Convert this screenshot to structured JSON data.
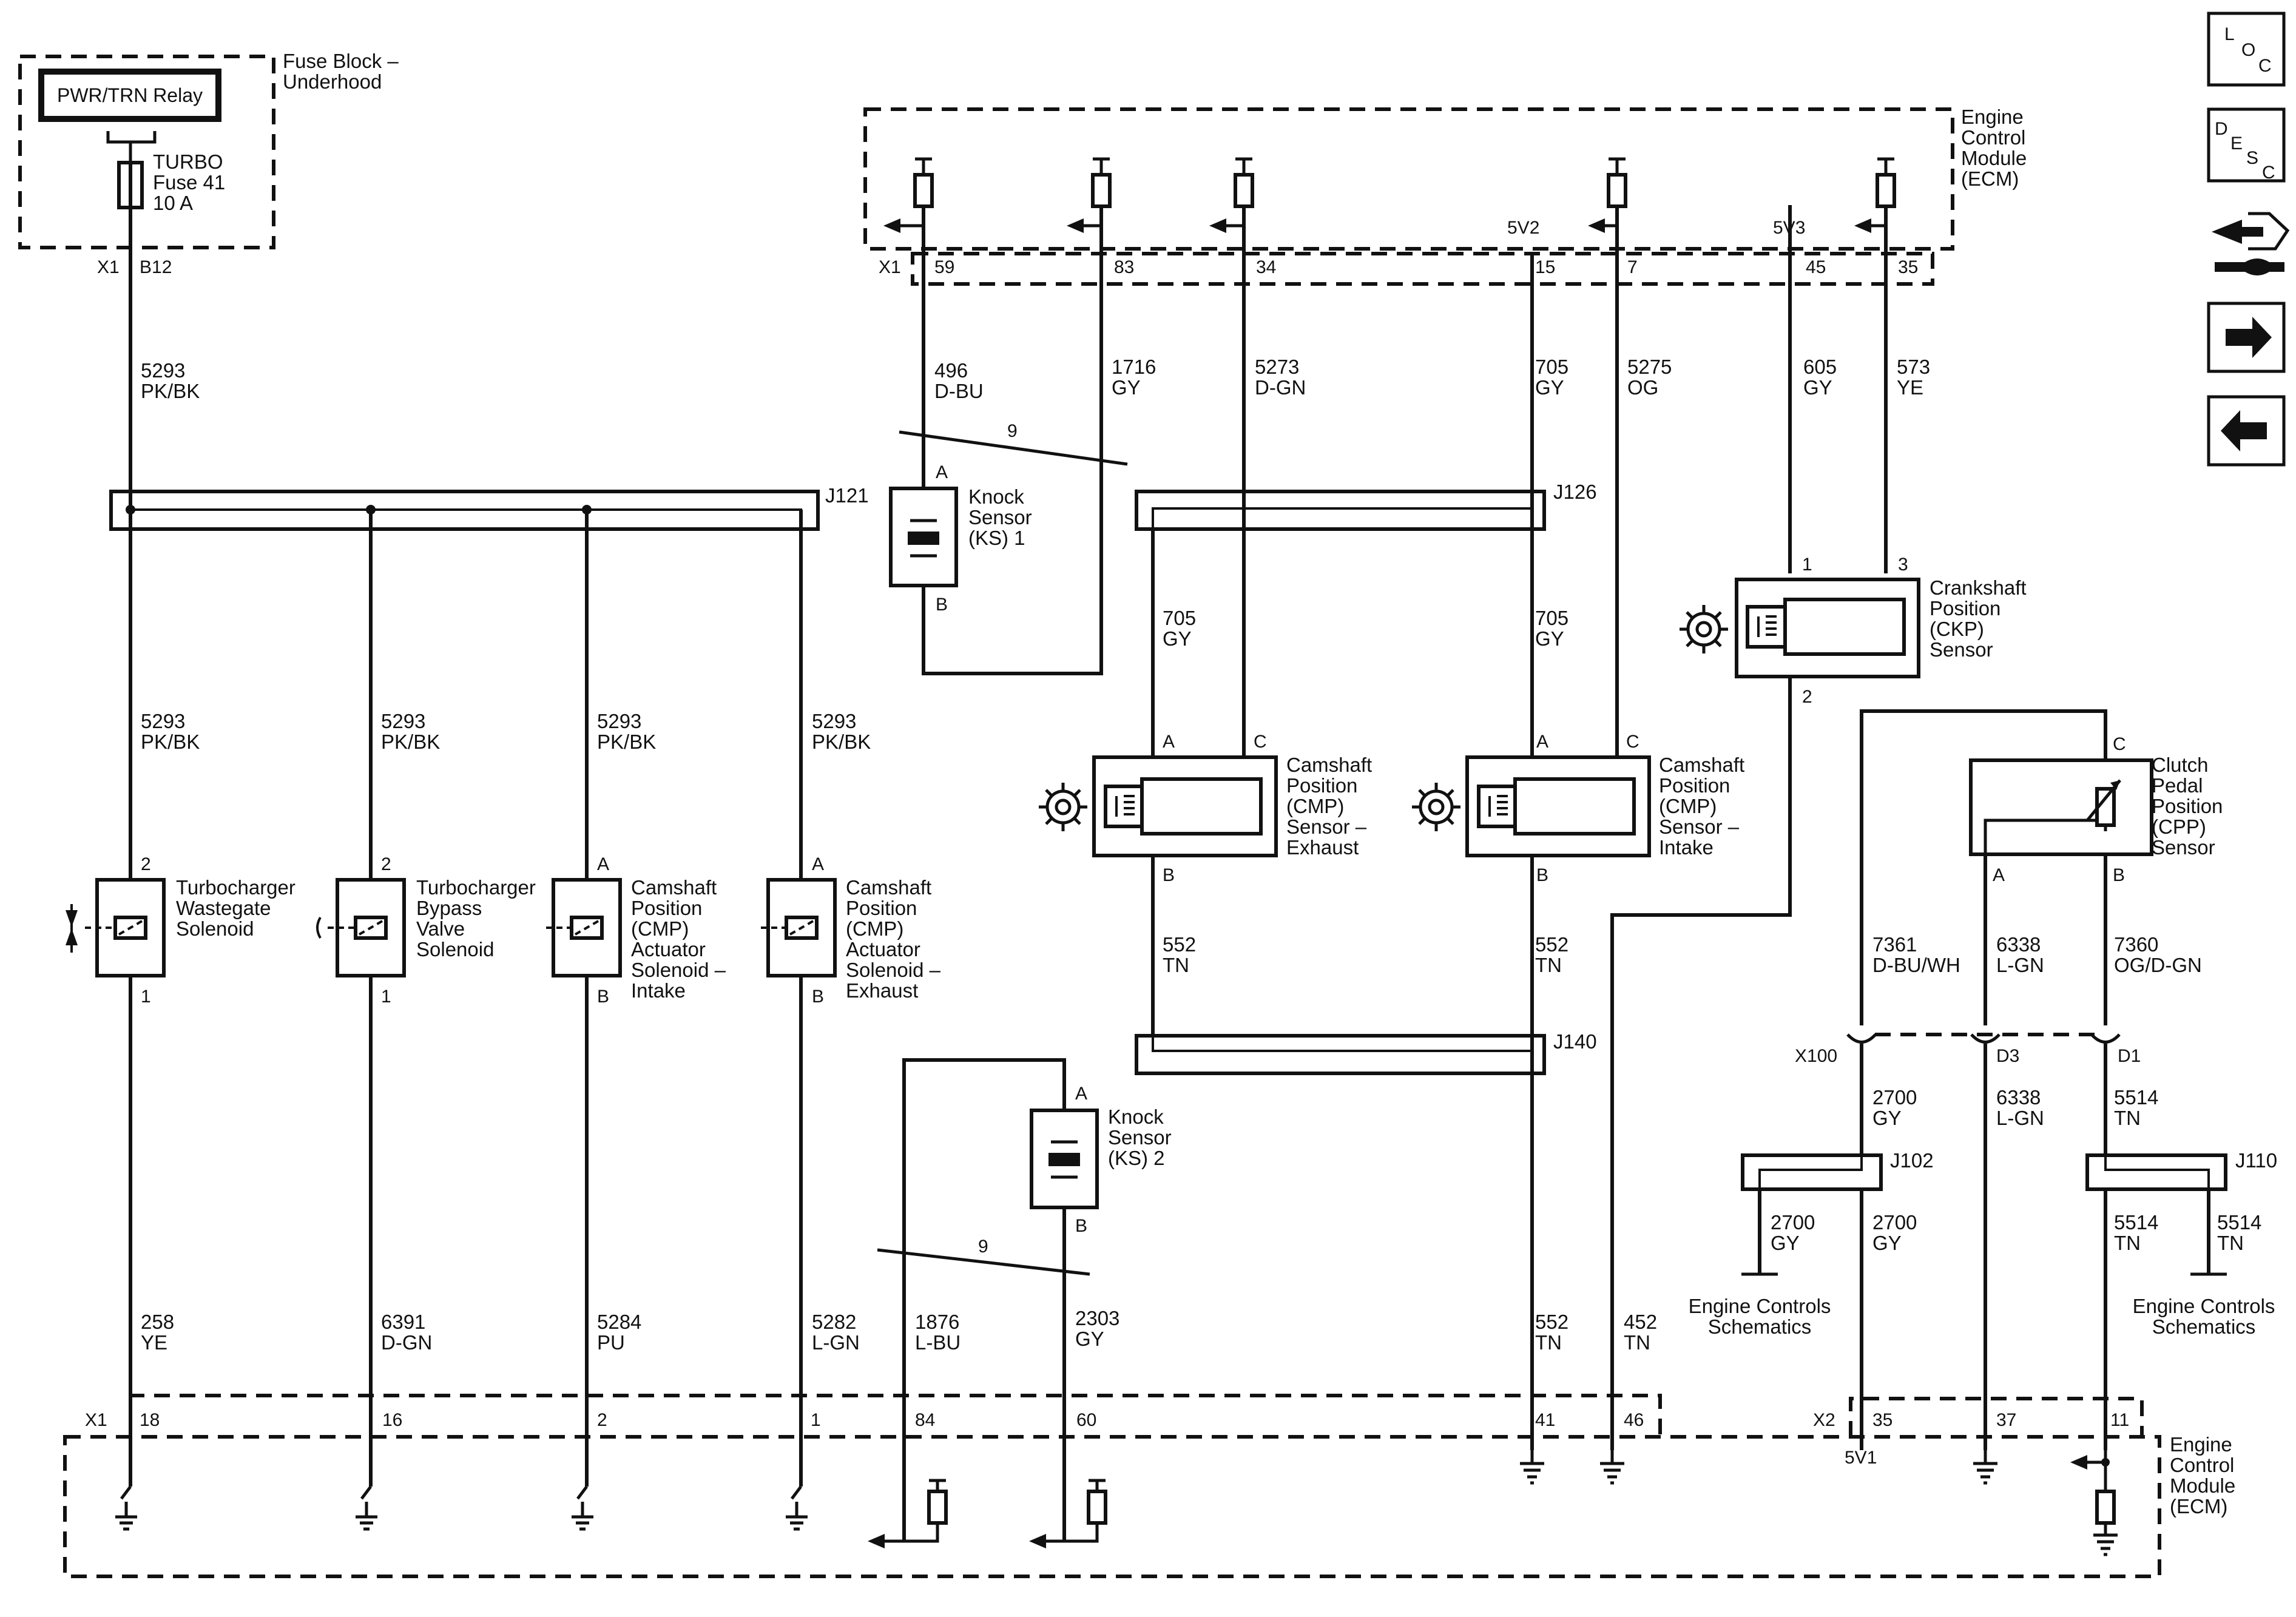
{
  "nav": {
    "loc": [
      "L",
      "O",
      "C"
    ],
    "desc": [
      "D",
      "E",
      "S",
      "C"
    ],
    "icons": [
      "loc-button",
      "desc-button",
      "connector-wrench-icon",
      "arrow-right-icon",
      "arrow-left-icon"
    ]
  },
  "modules": {
    "fuse_block": [
      "Fuse Block –",
      "Underhood"
    ],
    "relay": "PWR/TRN Relay",
    "fuse": [
      "TURBO",
      "Fuse 41",
      "10 A"
    ],
    "ecm_top": [
      "Engine",
      "Control",
      "Module",
      "(ECM)"
    ],
    "ecm_bottom": [
      "Engine",
      "Control",
      "Module",
      "(ECM)"
    ]
  },
  "connectors": {
    "fuse_x1": "X1",
    "fuse_b12": "B12",
    "ecm_top_x1": "X1",
    "ecm_top_pins": [
      "59",
      "83",
      "34",
      "15",
      "7",
      "45",
      "35"
    ],
    "ref_5v2": "5V2",
    "ref_5v3": "5V3",
    "ecm_bottom_x1": "X1",
    "ecm_bottom_pins": [
      "18",
      "16",
      "2",
      "1",
      "84",
      "60",
      "41",
      "46"
    ],
    "ecm_bottom_x2": "X2",
    "ecm_bottom_x2_pins": [
      "35",
      "37",
      "11"
    ],
    "ref_5v1": "5V1",
    "inline": [
      "X100",
      "D3",
      "D1"
    ]
  },
  "splices": {
    "j121": "J121",
    "j126": "J126",
    "j140": "J140",
    "j102": "J102",
    "j110": "J110"
  },
  "twist_count": "9",
  "wires": {
    "w5293_top": [
      "5293",
      "PK/BK"
    ],
    "w5293_a": [
      "5293",
      "PK/BK"
    ],
    "w5293_b": [
      "5293",
      "PK/BK"
    ],
    "w5293_c": [
      "5293",
      "PK/BK"
    ],
    "w5293_d": [
      "5293",
      "PK/BK"
    ],
    "w496": [
      "496",
      "D-BU"
    ],
    "w1716": [
      "1716",
      "GY"
    ],
    "w5273": [
      "5273",
      "D-GN"
    ],
    "w705_top": [
      "705",
      "GY"
    ],
    "w5275": [
      "5275",
      "OG"
    ],
    "w605": [
      "605",
      "GY"
    ],
    "w573": [
      "573",
      "YE"
    ],
    "w705_l": [
      "705",
      "GY"
    ],
    "w705_r": [
      "705",
      "GY"
    ],
    "w552_l": [
      "552",
      "TN"
    ],
    "w552_r": [
      "552",
      "TN"
    ],
    "w552_b": [
      "552",
      "TN"
    ],
    "w452": [
      "452",
      "TN"
    ],
    "w258": [
      "258",
      "YE"
    ],
    "w6391": [
      "6391",
      "D-GN"
    ],
    "w5284": [
      "5284",
      "PU"
    ],
    "w5282": [
      "5282",
      "L-GN"
    ],
    "w1876": [
      "1876",
      "L-BU"
    ],
    "w2303": [
      "2303",
      "GY"
    ],
    "w7361": [
      "7361",
      "D-BU/WH"
    ],
    "w6338a": [
      "6338",
      "L-GN"
    ],
    "w7360": [
      "7360",
      "OG/D-GN"
    ],
    "w2700a": [
      "2700",
      "GY"
    ],
    "w6338b": [
      "6338",
      "L-GN"
    ],
    "w5514a": [
      "5514",
      "TN"
    ],
    "w2700b": [
      "2700",
      "GY"
    ],
    "w2700c": [
      "2700",
      "GY"
    ],
    "w5514b": [
      "5514",
      "TN"
    ],
    "w5514c": [
      "5514",
      "TN"
    ]
  },
  "components": {
    "wastegate": [
      "Turbocharger",
      "Wastegate",
      "Solenoid"
    ],
    "bypass": [
      "Turbocharger",
      "Bypass",
      "Valve",
      "Solenoid"
    ],
    "cmp_int_sol": [
      "Camshaft",
      "Position",
      "(CMP)",
      "Actuator",
      "Solenoid –",
      "Intake"
    ],
    "cmp_exh_sol": [
      "Camshaft",
      "Position",
      "(CMP)",
      "Actuator",
      "Solenoid –",
      "Exhaust"
    ],
    "ks1": [
      "Knock",
      "Sensor",
      "(KS) 1"
    ],
    "ks2": [
      "Knock",
      "Sensor",
      "(KS) 2"
    ],
    "cmp_exh": [
      "Camshaft",
      "Position",
      "(CMP)",
      "Sensor –",
      "Exhaust"
    ],
    "cmp_int": [
      "Camshaft",
      "Position",
      "(CMP)",
      "Sensor –",
      "Intake"
    ],
    "ckp": [
      "Crankshaft",
      "Position",
      "(CKP)",
      "Sensor"
    ],
    "cpp": [
      "Clutch",
      "Pedal",
      "Position",
      "(CPP)",
      "Sensor"
    ],
    "ecs_l": [
      "Engine Controls",
      "Schematics"
    ],
    "ecs_r": [
      "Engine Controls",
      "Schematics"
    ]
  },
  "pins": {
    "wg": [
      "2",
      "1"
    ],
    "bp": [
      "2",
      "1"
    ],
    "ci": [
      "A",
      "B"
    ],
    "ce": [
      "A",
      "B"
    ],
    "ks1": [
      "A",
      "B"
    ],
    "ks2": [
      "A",
      "B"
    ],
    "cmpe": [
      "A",
      "C",
      "B"
    ],
    "cmpi": [
      "A",
      "C",
      "B"
    ],
    "ckp": [
      "1",
      "3",
      "2"
    ],
    "cpp": [
      "C",
      "A",
      "B"
    ]
  }
}
